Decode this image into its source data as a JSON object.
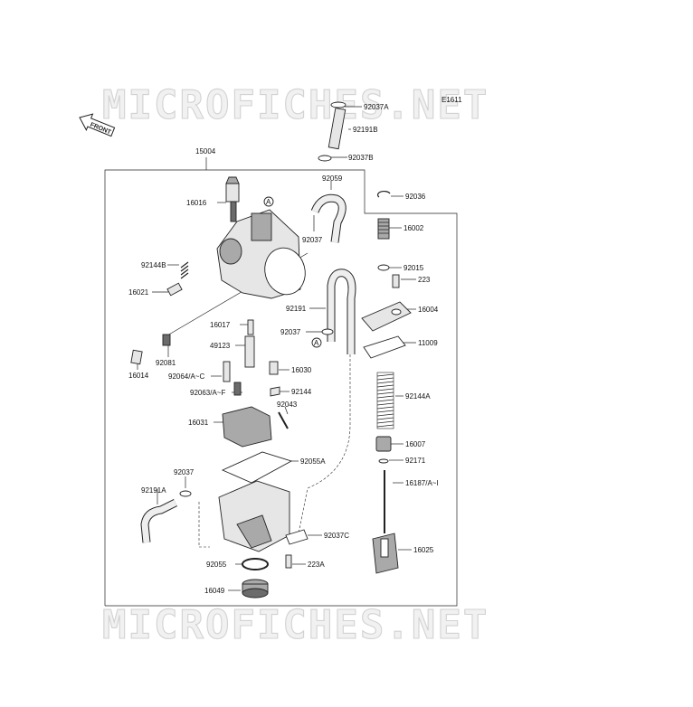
{
  "diagram": {
    "code": "E1611",
    "front_label": "FRONT",
    "ref_mark": "A",
    "watermark": "MICROFICHES.NET",
    "assembly": "15004",
    "parts": {
      "p92037A_top": "92037A",
      "p92191B": "92191B",
      "p92037B": "92037B",
      "p92059": "92059",
      "p92036": "92036",
      "p16016": "16016",
      "p16002": "16002",
      "p92037_mid": "92037",
      "p92144B": "92144B",
      "p92015": "92015",
      "p223": "223",
      "p16021": "16021",
      "p92191": "92191",
      "p16004": "16004",
      "p16017": "16017",
      "p92037_left": "92037",
      "p11009": "11009",
      "p49123": "49123",
      "p92081": "92081",
      "p16014": "16014",
      "p16030": "16030",
      "p92064": "92064/A~C",
      "p92063": "92063/A~F",
      "p92144": "92144",
      "p92144A": "92144A",
      "p92043": "92043",
      "p16031": "16031",
      "p16007": "16007",
      "p92055A": "92055A",
      "p92171": "92171",
      "p92037_low": "92037",
      "p16187": "16187/A~I",
      "p92191A": "92191A",
      "p92037C": "92037C",
      "p16025": "16025",
      "p92055": "92055",
      "p223A": "223A",
      "p16049": "16049"
    }
  }
}
